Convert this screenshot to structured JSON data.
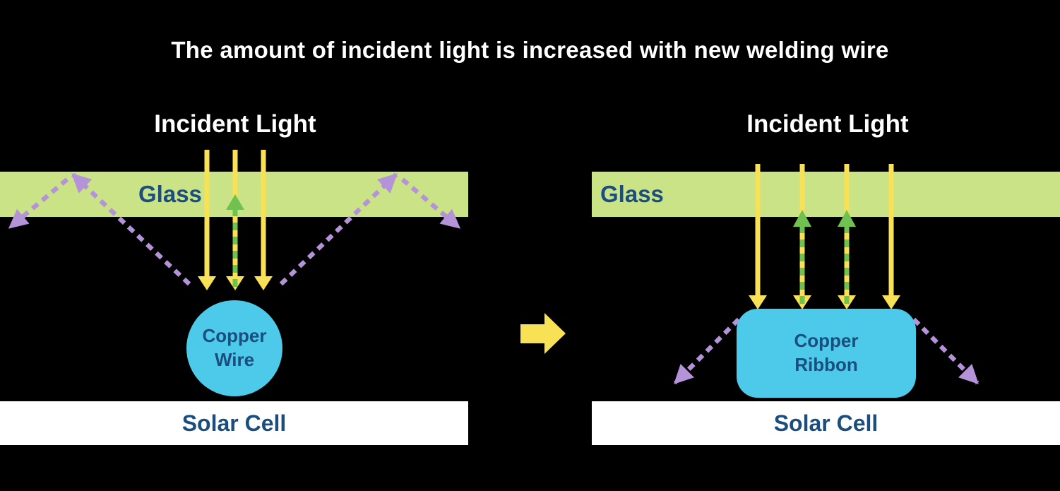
{
  "title": "The amount of incident light is increased with new welding wire",
  "colors": {
    "background": "#000000",
    "title_text": "#ffffff",
    "glass_fill": "#cae387",
    "label_dark_blue": "#1b4e7e",
    "yellow_arrow": "#f8e154",
    "green_arrow": "#6fc24f",
    "purple_arrow": "#b493d8",
    "copper_fill": "#4dc9ea",
    "solar_cell_fill": "#ffffff"
  },
  "left_panel": {
    "incident_light_label": "Incident Light",
    "glass_label": "Glass",
    "copper_label": "Copper Wire",
    "solar_cell_label": "Solar Cell"
  },
  "right_panel": {
    "incident_light_label": "Incident Light",
    "glass_label": "Glass",
    "copper_label": "Copper Ribbon",
    "solar_cell_label": "Solar Cell"
  }
}
